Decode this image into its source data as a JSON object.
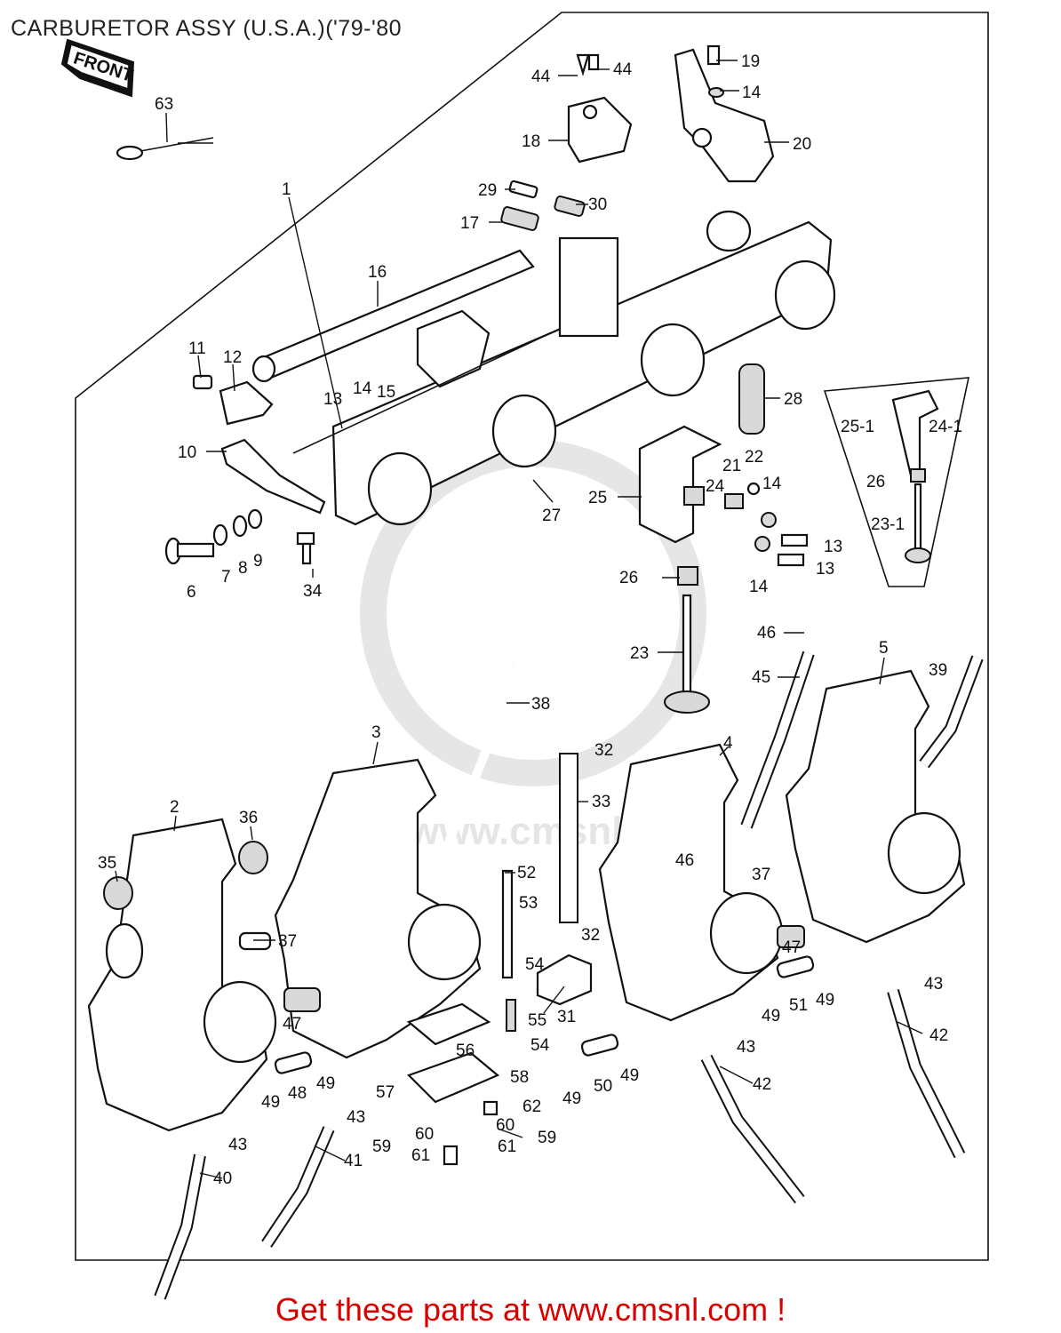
{
  "title": "CARBURETOR ASSY (U.S.A.)('79-'80",
  "front_tag": "FRONT",
  "watermark": "www.cmsnl.com",
  "footer": "Get these parts at www.cmsnl.com !",
  "callouts": [
    {
      "id": "c63",
      "text": "63"
    },
    {
      "id": "c44a",
      "text": "44"
    },
    {
      "id": "c44b",
      "text": "44"
    },
    {
      "id": "c19",
      "text": "19"
    },
    {
      "id": "c14a",
      "text": "14"
    },
    {
      "id": "c18",
      "text": "18"
    },
    {
      "id": "c20",
      "text": "20"
    },
    {
      "id": "c1",
      "text": "1"
    },
    {
      "id": "c29",
      "text": "29"
    },
    {
      "id": "c30",
      "text": "30"
    },
    {
      "id": "c17",
      "text": "17"
    },
    {
      "id": "c16",
      "text": "16"
    },
    {
      "id": "c11",
      "text": "11"
    },
    {
      "id": "c12",
      "text": "12"
    },
    {
      "id": "c13a",
      "text": "13"
    },
    {
      "id": "c14b",
      "text": "14"
    },
    {
      "id": "c15",
      "text": "15"
    },
    {
      "id": "c28",
      "text": "28"
    },
    {
      "id": "c10",
      "text": "10"
    },
    {
      "id": "c27",
      "text": "27"
    },
    {
      "id": "c25",
      "text": "25"
    },
    {
      "id": "c21",
      "text": "21"
    },
    {
      "id": "c22",
      "text": "22"
    },
    {
      "id": "c24",
      "text": "24"
    },
    {
      "id": "c14c",
      "text": "14"
    },
    {
      "id": "c13b",
      "text": "13"
    },
    {
      "id": "c13c",
      "text": "13"
    },
    {
      "id": "c14d",
      "text": "14"
    },
    {
      "id": "c26a",
      "text": "26"
    },
    {
      "id": "c6",
      "text": "6"
    },
    {
      "id": "c7",
      "text": "7"
    },
    {
      "id": "c8",
      "text": "8"
    },
    {
      "id": "c9",
      "text": "9"
    },
    {
      "id": "c34",
      "text": "34"
    },
    {
      "id": "c251",
      "text": "25-1"
    },
    {
      "id": "c241",
      "text": "24-1"
    },
    {
      "id": "c26b",
      "text": "26"
    },
    {
      "id": "c231",
      "text": "23-1"
    },
    {
      "id": "c46a",
      "text": "46"
    },
    {
      "id": "c23",
      "text": "23"
    },
    {
      "id": "c5",
      "text": "5"
    },
    {
      "id": "c45",
      "text": "45"
    },
    {
      "id": "c39",
      "text": "39"
    },
    {
      "id": "c38",
      "text": "38"
    },
    {
      "id": "c3",
      "text": "3"
    },
    {
      "id": "c32a",
      "text": "32"
    },
    {
      "id": "c4",
      "text": "4"
    },
    {
      "id": "c33",
      "text": "33"
    },
    {
      "id": "c2",
      "text": "2"
    },
    {
      "id": "c36",
      "text": "36"
    },
    {
      "id": "c35",
      "text": "35"
    },
    {
      "id": "c46b",
      "text": "46"
    },
    {
      "id": "c37a",
      "text": "37"
    },
    {
      "id": "c52",
      "text": "52"
    },
    {
      "id": "c53",
      "text": "53"
    },
    {
      "id": "c32b",
      "text": "32"
    },
    {
      "id": "c37b",
      "text": "37"
    },
    {
      "id": "c47a",
      "text": "47"
    },
    {
      "id": "c54a",
      "text": "54"
    },
    {
      "id": "c47b",
      "text": "47"
    },
    {
      "id": "c31",
      "text": "31"
    },
    {
      "id": "c55",
      "text": "55"
    },
    {
      "id": "c43a",
      "text": "43"
    },
    {
      "id": "c49a",
      "text": "49"
    },
    {
      "id": "c51",
      "text": "51"
    },
    {
      "id": "c49b",
      "text": "49"
    },
    {
      "id": "c54b",
      "text": "54"
    },
    {
      "id": "c42a",
      "text": "42"
    },
    {
      "id": "c56",
      "text": "56"
    },
    {
      "id": "c43b",
      "text": "43"
    },
    {
      "id": "c58",
      "text": "58"
    },
    {
      "id": "c57",
      "text": "57"
    },
    {
      "id": "c49c",
      "text": "49"
    },
    {
      "id": "c48",
      "text": "48"
    },
    {
      "id": "c49d",
      "text": "49"
    },
    {
      "id": "c50",
      "text": "50"
    },
    {
      "id": "c49e",
      "text": "49"
    },
    {
      "id": "c49f",
      "text": "49"
    },
    {
      "id": "c42b",
      "text": "42"
    },
    {
      "id": "c62",
      "text": "62"
    },
    {
      "id": "c43c",
      "text": "43"
    },
    {
      "id": "c60a",
      "text": "60"
    },
    {
      "id": "c60b",
      "text": "60"
    },
    {
      "id": "c59a",
      "text": "59"
    },
    {
      "id": "c59b",
      "text": "59"
    },
    {
      "id": "c61a",
      "text": "61"
    },
    {
      "id": "c61b",
      "text": "61"
    },
    {
      "id": "c43d",
      "text": "43"
    },
    {
      "id": "c41",
      "text": "41"
    },
    {
      "id": "c40",
      "text": "40"
    }
  ]
}
